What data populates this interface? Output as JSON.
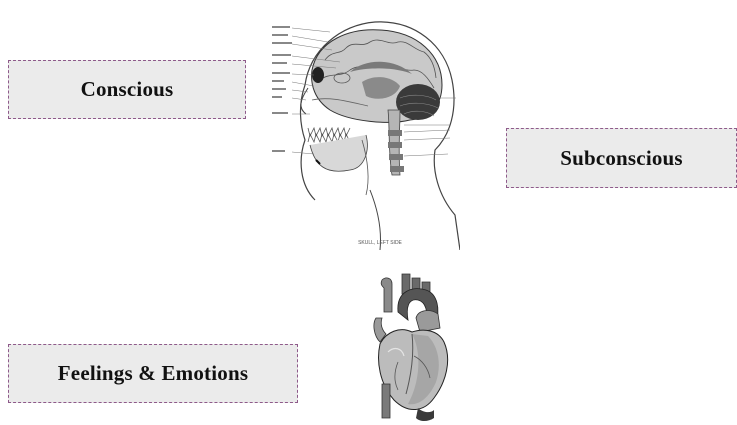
{
  "labels": {
    "conscious": "Conscious",
    "subconscious": "Subconscious",
    "feelings": "Feelings & Emotions"
  },
  "figures": {
    "head_caption": "SKULL, LEFT SIDE",
    "head_icon": "skull-brain-cross-section",
    "heart_icon": "anatomical-heart"
  },
  "colors": {
    "box_fill": "#ebebeb",
    "box_border": "#8e5a8a"
  }
}
